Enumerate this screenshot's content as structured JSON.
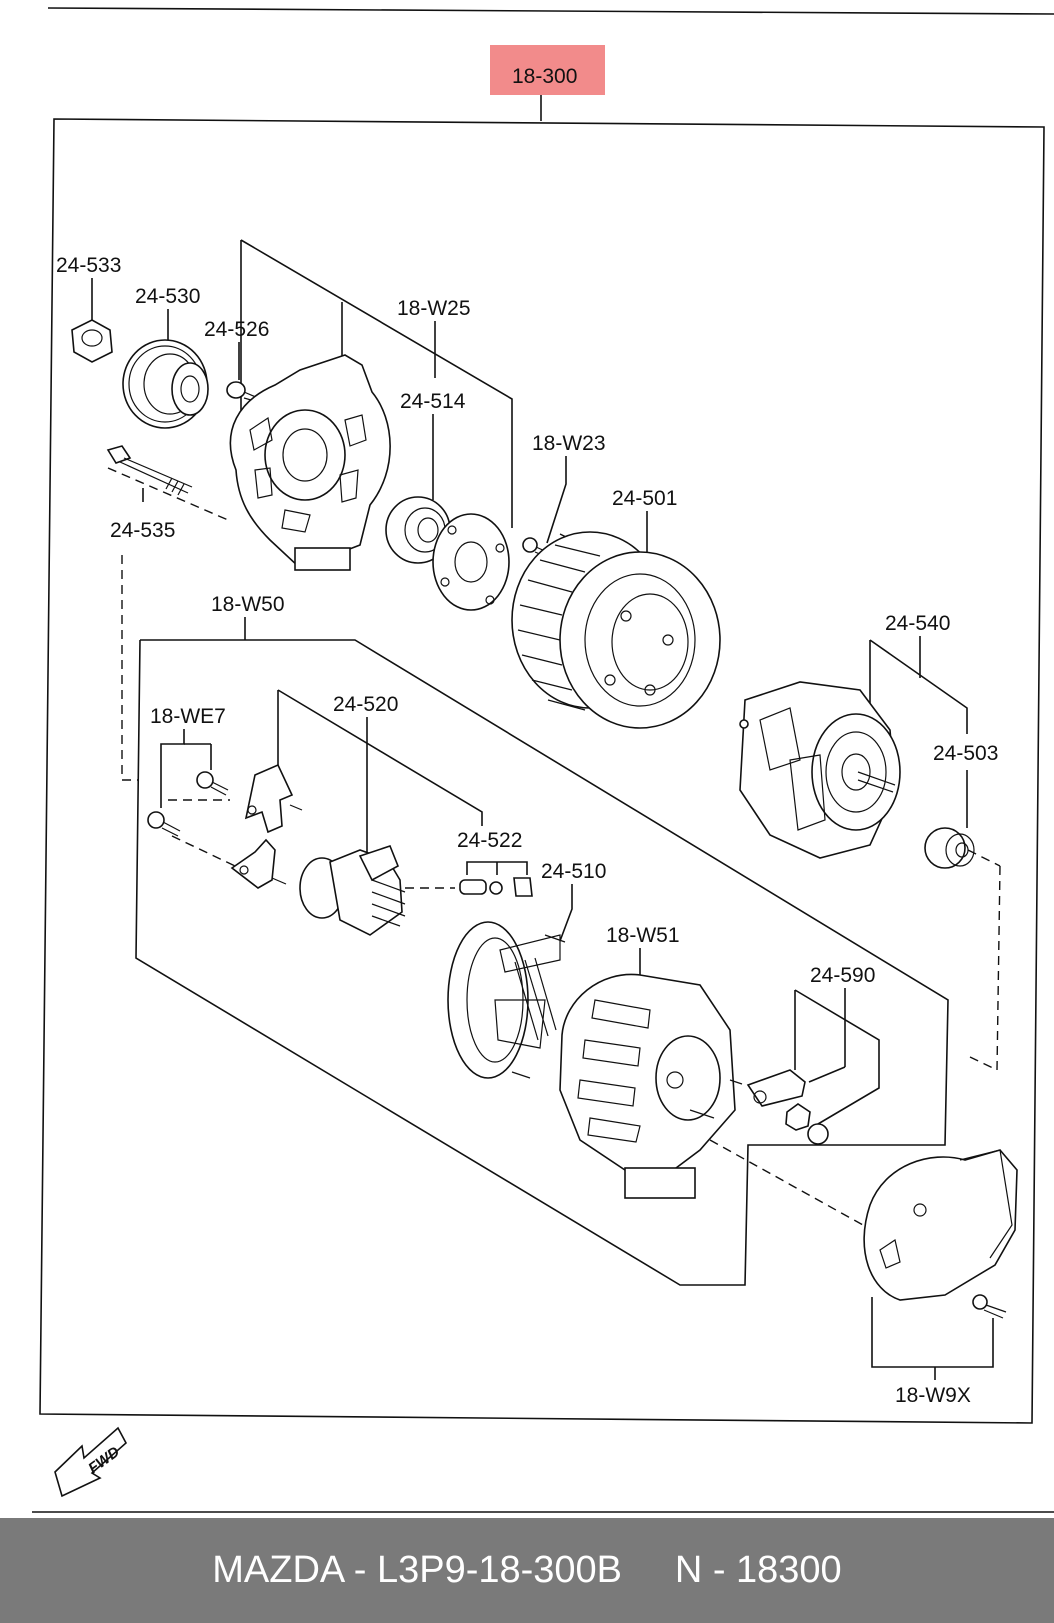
{
  "assembly": {
    "label": "18-300",
    "highlight_color": "#f28b8b"
  },
  "callouts": {
    "c24_533": "24-533",
    "c24_530": "24-530",
    "c24_526": "24-526",
    "c18_W25": "18-W25",
    "c24_514": "24-514",
    "c18_W23": "18-W23",
    "c24_501": "24-501",
    "c24_535": "24-535",
    "c18_W50": "18-W50",
    "c24_540": "24-540",
    "c24_503": "24-503",
    "c18_WE7": "18-WE7",
    "c24_520": "24-520",
    "c24_522": "24-522",
    "c24_510": "24-510",
    "c18_W51": "18-W51",
    "c24_590": "24-590",
    "c18_W9X": "18-W9X"
  },
  "fwd_indicator": "FWD",
  "footer": {
    "text": "MAZDA - L3P9-18-300B     N - 18300"
  }
}
